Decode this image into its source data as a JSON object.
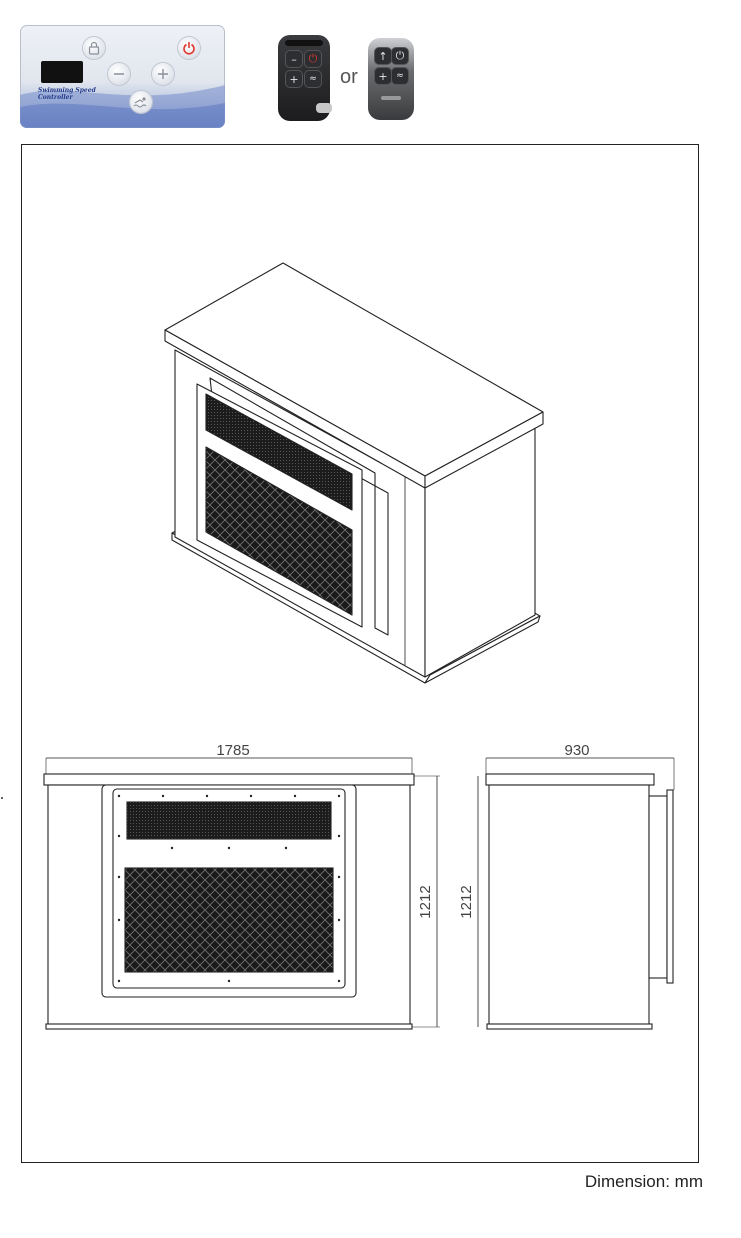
{
  "control_panel": {
    "title_line1": "Swimming Speed",
    "title_line2": "Controller",
    "buttons": [
      "lock-icon",
      "power-icon",
      "minus-icon",
      "plus-icon",
      "swimmer-icon"
    ]
  },
  "remote_separator": "or",
  "remote_a": {
    "buttons": [
      "minus-icon",
      "power-icon",
      "plus-icon",
      "swimmer-icon"
    ]
  },
  "remote_b": {
    "buttons": [
      "up-icon",
      "power-icon",
      "plus-icon",
      "swimmer-icon"
    ]
  },
  "dimensions": {
    "front_width": "1785",
    "front_height": "1212",
    "side_width": "930",
    "side_height": "1212"
  },
  "note": "Dimension: mm",
  "colors": {
    "panel_blue": "#6d86c6",
    "power_red": "#e03a30",
    "line": "#222222"
  }
}
